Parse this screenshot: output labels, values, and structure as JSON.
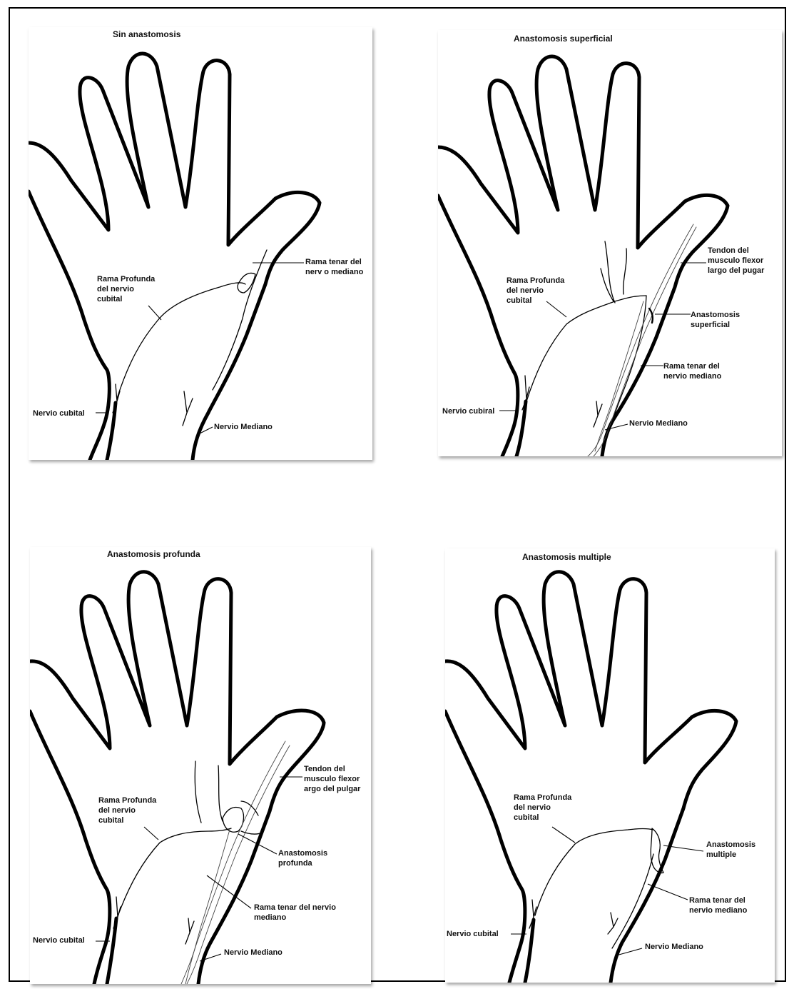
{
  "panels": {
    "sin": {
      "title": "Sin anastomosis",
      "rama_profunda": [
        "Rama Profunda",
        "del nervio",
        "cubital"
      ],
      "rama_tenar": [
        "Rama tenar del",
        "nerv o mediano"
      ],
      "nervio_cubital": "Nervio cubital",
      "nervio_mediano": "Nervio Mediano"
    },
    "superficial": {
      "title": "Anastomosis superficial",
      "tendon": [
        "Tendon del",
        "musculo flexor",
        "largo del pugar"
      ],
      "rama_profunda": [
        "Rama Profunda",
        "del nervio",
        "cubital"
      ],
      "anastomosis": [
        "Anastomosis",
        "superficial"
      ],
      "rama_tenar": [
        "Rama tenar del",
        "nervio mediano"
      ],
      "nervio_cubital": "Nervio cubiral",
      "nervio_mediano": "Nervio Mediano"
    },
    "profunda": {
      "title": "Anastomosis profunda",
      "tendon": [
        "Tendon del",
        "musculo flexor",
        "argo del pulgar"
      ],
      "rama_profunda": [
        "Rama Profunda",
        "del nervio",
        "cubital"
      ],
      "anastomosis": [
        "Anastomosis",
        "profunda"
      ],
      "rama_tenar": [
        "Rama tenar del nervio",
        "mediano"
      ],
      "nervio_cubital": "Nervio cubital",
      "nervio_mediano": "Nervio Mediano"
    },
    "multiple": {
      "title": "Anastomosis multiple",
      "rama_profunda": [
        "Rama Profunda",
        "del nervio",
        "cubital"
      ],
      "anastomosis": [
        "Anastomosis",
        "multiple"
      ],
      "rama_tenar": [
        "Rama tenar del",
        "nervio mediano"
      ],
      "nervio_cubital": "Nervio cubital",
      "nervio_mediano": "Nervio Mediano"
    }
  }
}
